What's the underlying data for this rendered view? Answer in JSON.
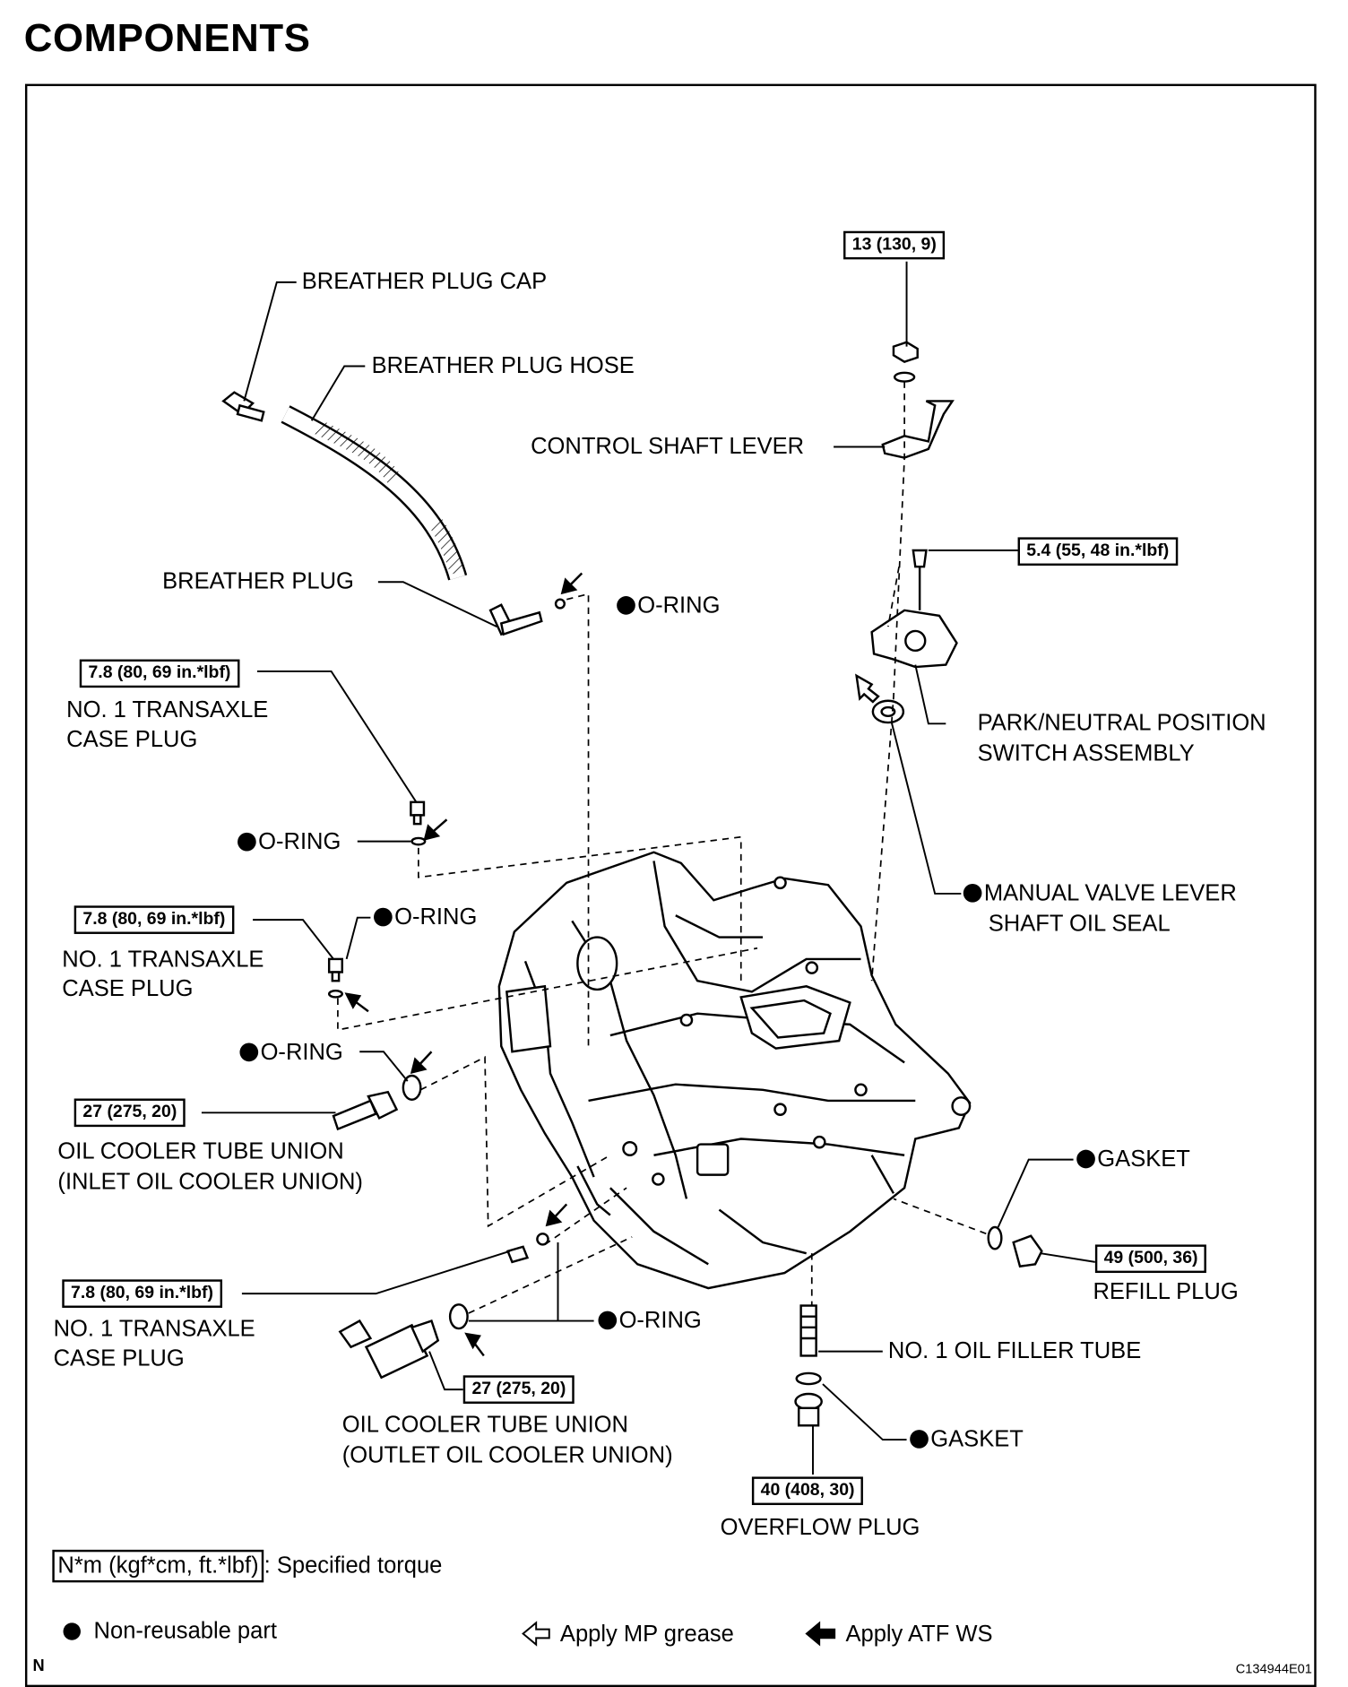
{
  "title": "COMPONENTS",
  "labels": {
    "breather_plug_cap": "BREATHER PLUG CAP",
    "breather_plug_hose": "BREATHER PLUG HOSE",
    "control_shaft_lever": "CONTROL SHAFT LEVER",
    "breather_plug": "BREATHER PLUG",
    "o_ring": "O-RING",
    "no1_transaxle_case_plug_l1": "NO. 1 TRANSAXLE",
    "no1_transaxle_case_plug_l2": "CASE PLUG",
    "park_neutral_l1": "PARK/NEUTRAL POSITION",
    "park_neutral_l2": "SWITCH ASSEMBLY",
    "manual_valve_l1": "MANUAL VALVE LEVER",
    "manual_valve_l2": "SHAFT OIL SEAL",
    "oil_cooler_inlet_l1": "OIL COOLER TUBE UNION",
    "oil_cooler_inlet_l2": "(INLET OIL COOLER UNION)",
    "gasket": "GASKET",
    "refill_plug": "REFILL PLUG",
    "no1_oil_filler_tube": "NO. 1 OIL FILLER TUBE",
    "oil_cooler_outlet_l1": "OIL COOLER TUBE UNION",
    "oil_cooler_outlet_l2": "(OUTLET OIL COOLER UNION)",
    "overflow_plug": "OVERFLOW PLUG"
  },
  "torques": {
    "control_shaft_nut": "13 (130, 9)",
    "park_neutral_bolt": "5.4 (55, 48 in.*lbf)",
    "case_plug_1": "7.8 (80, 69 in.*lbf)",
    "case_plug_2": "7.8 (80, 69 in.*lbf)",
    "inlet_union": "27 (275, 20)",
    "refill_plug": "49 (500, 36)",
    "case_plug_3": "7.8 (80, 69 in.*lbf)",
    "outlet_union": "27 (275, 20)",
    "overflow_plug": "40 (408, 30)"
  },
  "legend": {
    "torque_unit": "N*m (kgf*cm, ft.*lbf)",
    "torque_desc": ": Specified torque",
    "non_reusable": "Non-reusable part",
    "mp_grease": "Apply MP grease",
    "atf_ws": "Apply ATF WS"
  },
  "corner_mark": "N",
  "figure_code": "C134944E01",
  "colors": {
    "ink": "#000000",
    "paper": "#ffffff"
  },
  "icons": [
    "filled-circle-icon",
    "outline-arrow-icon",
    "solid-arrow-icon"
  ]
}
